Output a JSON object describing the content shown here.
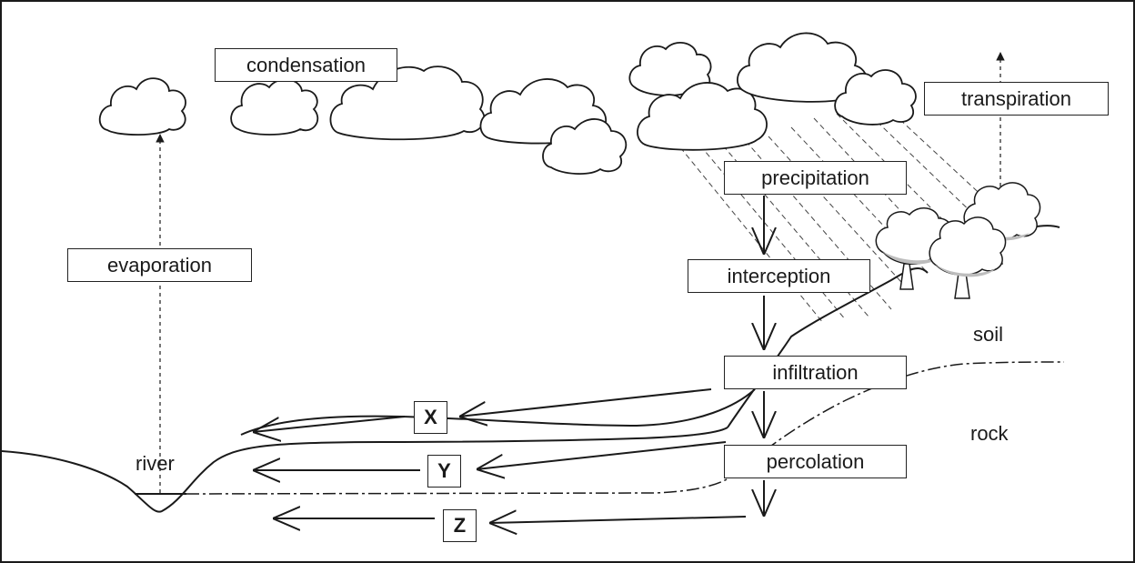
{
  "labels": {
    "condensation": "condensation",
    "evaporation": "evaporation",
    "transpiration": "transpiration",
    "precipitation": "precipitation",
    "interception": "interception",
    "infiltration": "infiltration",
    "percolation": "percolation",
    "soil": "soil",
    "rock": "rock",
    "river": "river"
  },
  "keys": {
    "x": "X",
    "y": "Y",
    "z": "Z"
  },
  "colors": {
    "stroke": "#1a1a1a",
    "tree_shade": "#bdbdbd"
  }
}
